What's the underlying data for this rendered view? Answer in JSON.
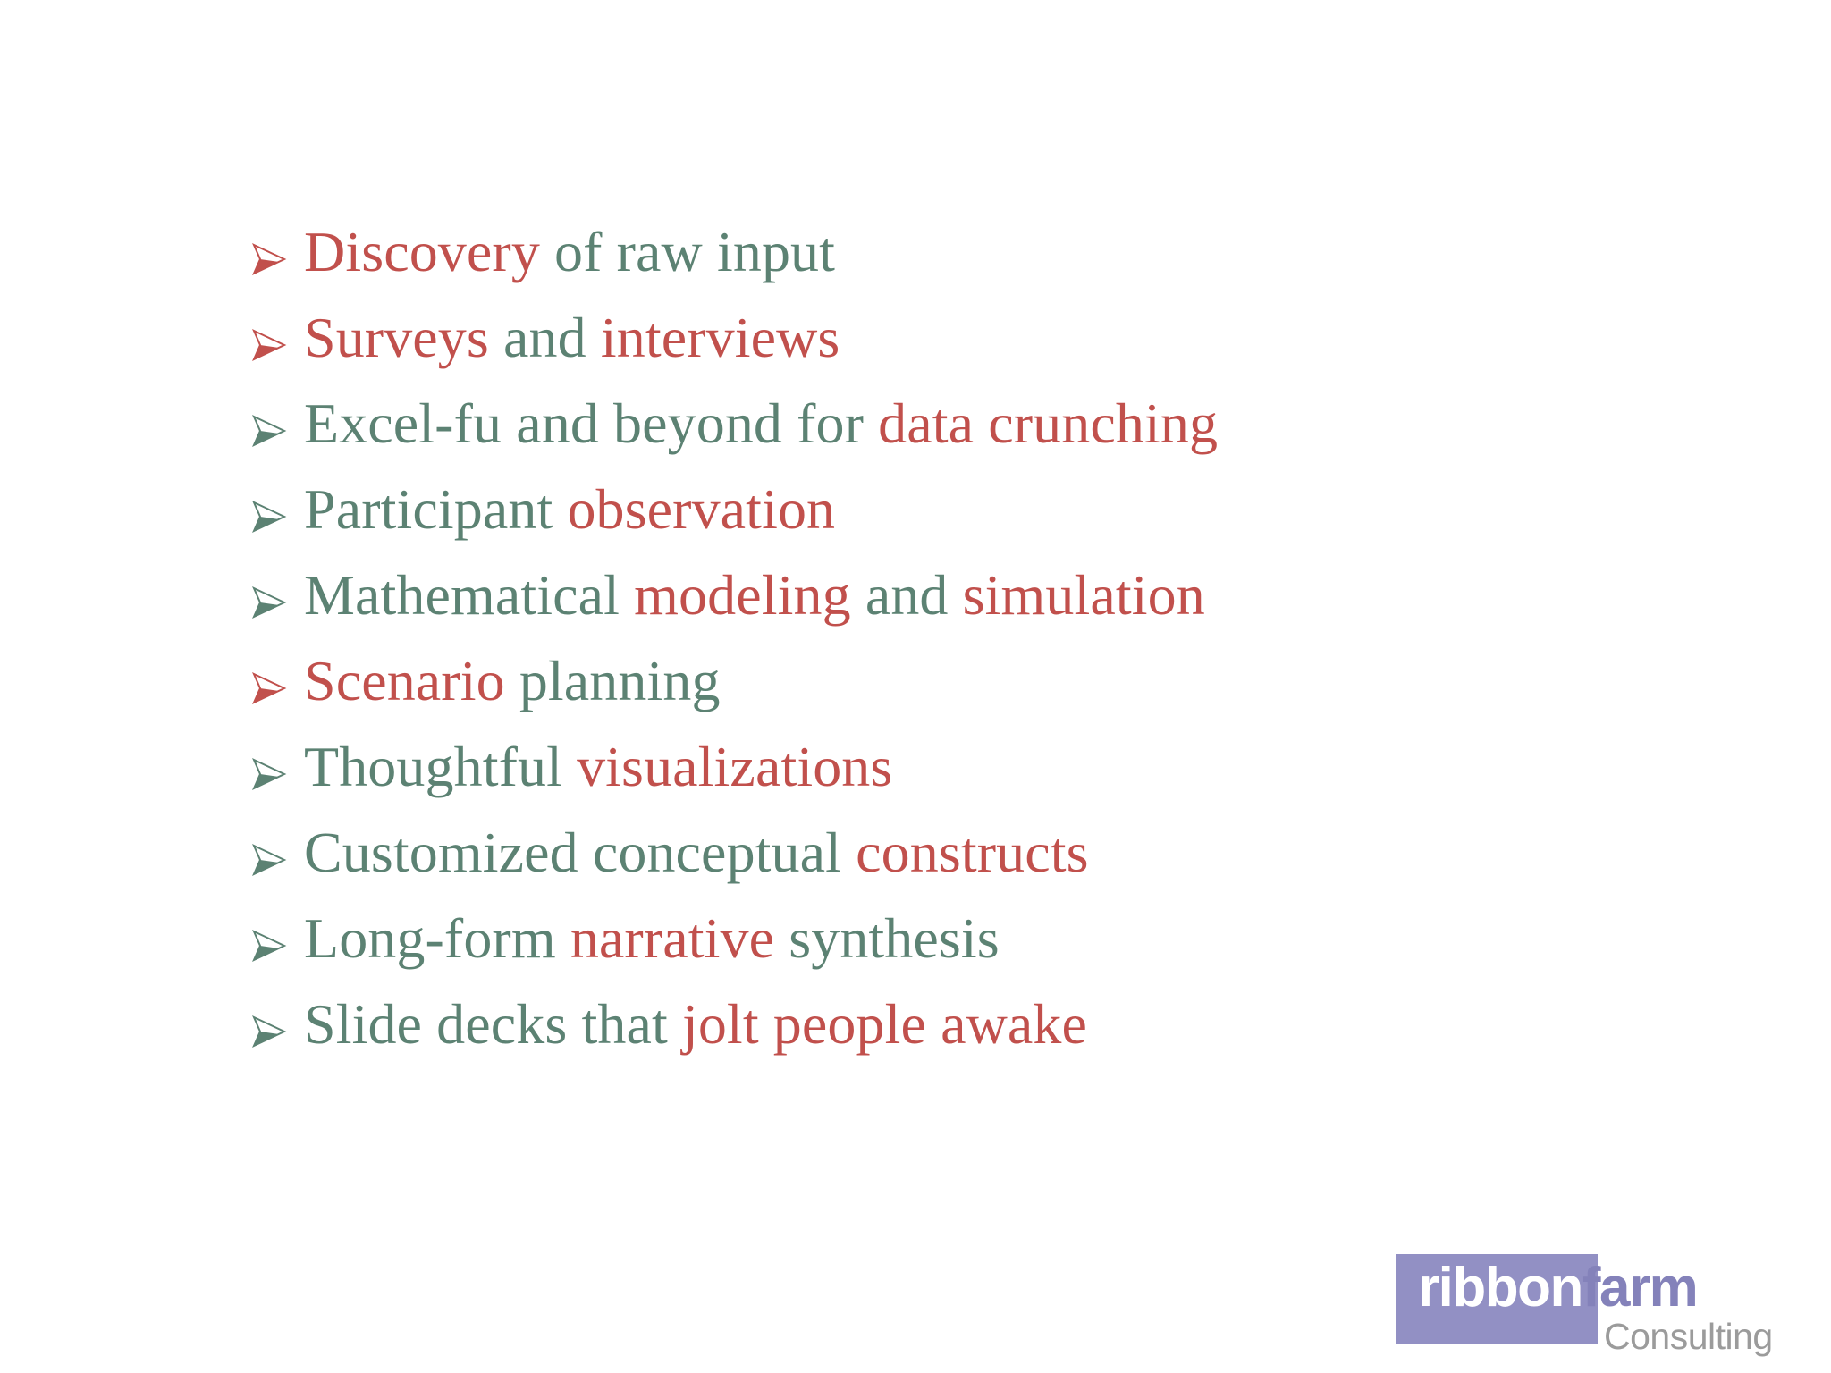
{
  "slide": {
    "background_color": "#ffffff",
    "accent_red": "#c1504c",
    "accent_green": "#5c8273",
    "bullet_glyph": "arrowhead"
  },
  "bullets": [
    {
      "marker_color": "#c1504c",
      "full_text": "Discovery of raw input",
      "segments": [
        {
          "text": "Discovery ",
          "color": "red"
        },
        {
          "text": "of raw input",
          "color": "green"
        }
      ]
    },
    {
      "marker_color": "#c1504c",
      "full_text": "Surveys and interviews",
      "segments": [
        {
          "text": "Surveys ",
          "color": "red"
        },
        {
          "text": "and ",
          "color": "green"
        },
        {
          "text": "interviews",
          "color": "red"
        }
      ]
    },
    {
      "marker_color": "#5c8273",
      "full_text": "Excel-fu and beyond for data crunching",
      "segments": [
        {
          "text": "Excel-fu and beyond for ",
          "color": "green"
        },
        {
          "text": "data crunching",
          "color": "red"
        }
      ]
    },
    {
      "marker_color": "#5c8273",
      "full_text": "Participant observation",
      "segments": [
        {
          "text": "Participant ",
          "color": "green"
        },
        {
          "text": "observation",
          "color": "red"
        }
      ]
    },
    {
      "marker_color": "#5c8273",
      "full_text": "Mathematical modeling and simulation",
      "segments": [
        {
          "text": "Mathematical ",
          "color": "green"
        },
        {
          "text": "modeling ",
          "color": "red"
        },
        {
          "text": "and ",
          "color": "green"
        },
        {
          "text": "simulation",
          "color": "red"
        }
      ]
    },
    {
      "marker_color": "#c1504c",
      "full_text": "Scenario planning",
      "segments": [
        {
          "text": "Scenario ",
          "color": "red"
        },
        {
          "text": "planning",
          "color": "green"
        }
      ]
    },
    {
      "marker_color": "#5c8273",
      "full_text": "Thoughtful visualizations",
      "segments": [
        {
          "text": "Thoughtful ",
          "color": "green"
        },
        {
          "text": "visualizations",
          "color": "red"
        }
      ]
    },
    {
      "marker_color": "#5c8273",
      "full_text": "Customized conceptual constructs",
      "segments": [
        {
          "text": "Customized conceptual ",
          "color": "green"
        },
        {
          "text": "constructs",
          "color": "red"
        }
      ]
    },
    {
      "marker_color": "#5c8273",
      "full_text": "Long-form narrative synthesis",
      "segments": [
        {
          "text": "Long-form ",
          "color": "green"
        },
        {
          "text": "narrative ",
          "color": "red"
        },
        {
          "text": "synthesis",
          "color": "green"
        }
      ]
    },
    {
      "marker_color": "#5c8273",
      "full_text": "Slide decks that jolt people awake",
      "segments": [
        {
          "text": "Slide decks that ",
          "color": "green"
        },
        {
          "text": "jolt people awake",
          "color": "red"
        }
      ]
    }
  ],
  "logo": {
    "word_ribbon": "ribbon",
    "word_farm": "farm",
    "subtitle": "Consulting",
    "box_color": "#9290c4",
    "farm_color": "#8482ba",
    "subtitle_color": "#9b9b9b"
  }
}
